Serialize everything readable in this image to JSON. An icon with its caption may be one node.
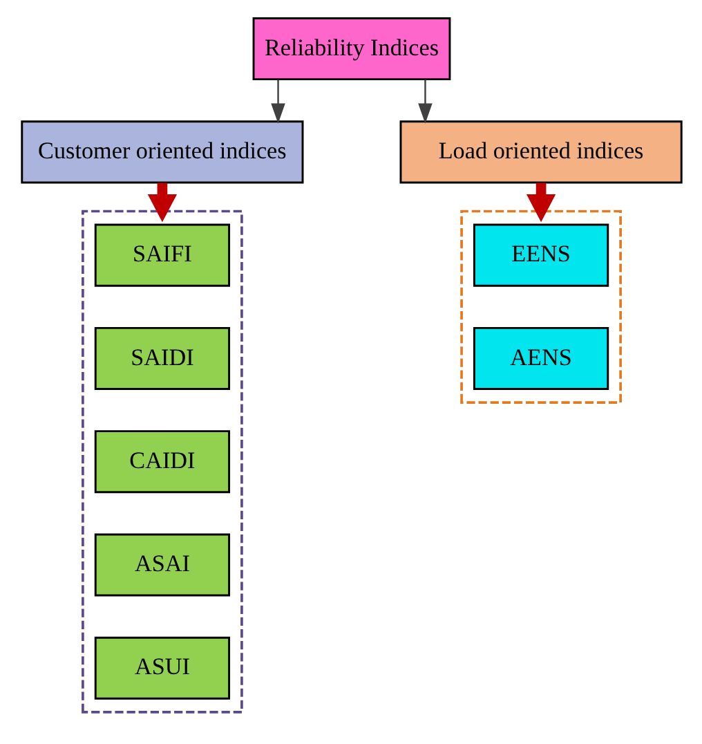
{
  "diagram": {
    "nodes": [
      {
        "text": [
          "Reliability Indices"
        ]
      },
      {
        "text": [
          "Customer oriented indices"
        ]
      },
      {
        "text": [
          "Load oriented indices"
        ]
      },
      {
        "text": [],
        "shape": "box"
      },
      {
        "text": [
          "SAIFI"
        ],
        "in": 3
      },
      {
        "text": [
          "SAIDI"
        ],
        "in": 3
      },
      {
        "text": [
          "CAIDI"
        ],
        "in": 3
      },
      {
        "text": [
          "ASAI"
        ],
        "in": 3
      },
      {
        "text": [
          "ASUI"
        ],
        "in": 3
      },
      {
        "text": [],
        "shape": "box"
      },
      {
        "text": [
          "EENS"
        ],
        "in": 9
      },
      {
        "text": [
          "AENS"
        ],
        "in": 9
      }
    ],
    "edges": [
      {
        "from": 0,
        "to": 1,
        "arrow": "to"
      },
      {
        "from": 0,
        "to": 2,
        "arrow": "to"
      },
      {
        "from": 1,
        "to": 3,
        "arrow": "to",
        "style": "thick",
        "color": "#c00000"
      },
      {
        "from": 2,
        "to": 9,
        "arrow": "to",
        "style": "thick",
        "color": "#c00000"
      }
    ]
  }
}
